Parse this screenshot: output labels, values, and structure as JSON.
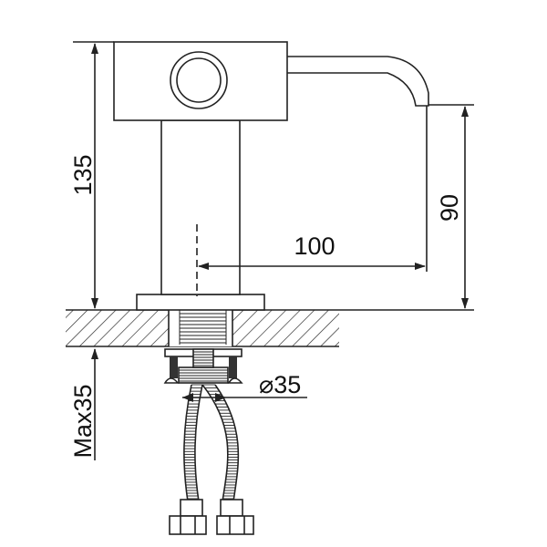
{
  "drawing": {
    "subject": "faucet",
    "dimensions": {
      "height_total": "135",
      "spout_height": "90",
      "spout_reach": "100",
      "shank_diameter": "⌀35",
      "max_counter_thickness": "Max35"
    },
    "colors": {
      "line": "#222222",
      "background": "#ffffff"
    }
  }
}
